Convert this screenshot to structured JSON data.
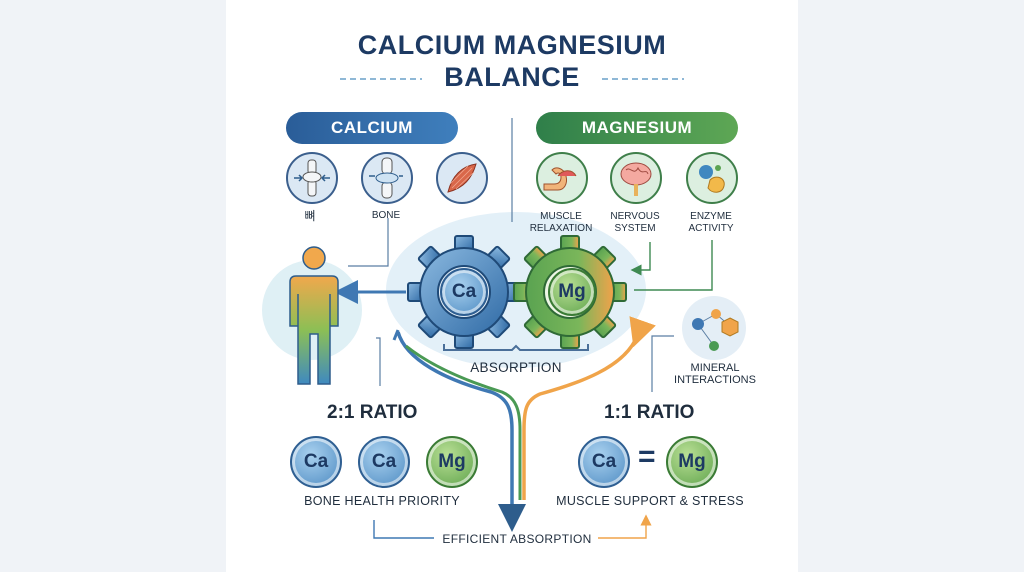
{
  "title": {
    "line1": "CALCIUM MAGNESIUM",
    "line2": "BALANCE"
  },
  "calcium": {
    "header": "CALCIUM",
    "icons": [
      {
        "icon": "joint-arrows-icon",
        "label": "뼈"
      },
      {
        "icon": "knee-joint-icon",
        "label": "BONE"
      },
      {
        "icon": "muscle-fiber-icon",
        "label": ""
      }
    ]
  },
  "magnesium": {
    "header": "MAGNESIUM",
    "icons": [
      {
        "icon": "flexed-arm-icon",
        "label_line1": "MUSCLE",
        "label_line2": "RELAXATION"
      },
      {
        "icon": "brain-icon",
        "label_line1": "NERVOUS",
        "label_line2": "SYSTEM"
      },
      {
        "icon": "enzyme-icon",
        "label_line1": "ENZYME",
        "label_line2": "ACTIVITY"
      }
    ]
  },
  "center": {
    "gear_left": "Ca",
    "gear_right": "Mg",
    "absorption": "ABSORPTION"
  },
  "mineral": {
    "line1": "MINERAL",
    "line2": "INTERACTIONS"
  },
  "ratio_left": {
    "label": "2:1 RATIO",
    "coins": [
      "Ca",
      "Ca",
      "Mg"
    ],
    "caption": "BONE HEALTH PRIORITY"
  },
  "ratio_right": {
    "label": "1:1 RATIO",
    "coin_left": "Ca",
    "equals": "=",
    "coin_right": "Mg",
    "caption": "MUSCLE SUPPORT & STRESS"
  },
  "footer": "EFFICIENT ABSORPTION",
  "colors": {
    "calcium_blue": "#2e6aa8",
    "magnesium_green": "#4a9a54",
    "orange_accent": "#f0a44a",
    "navy": "#1d3a63"
  }
}
